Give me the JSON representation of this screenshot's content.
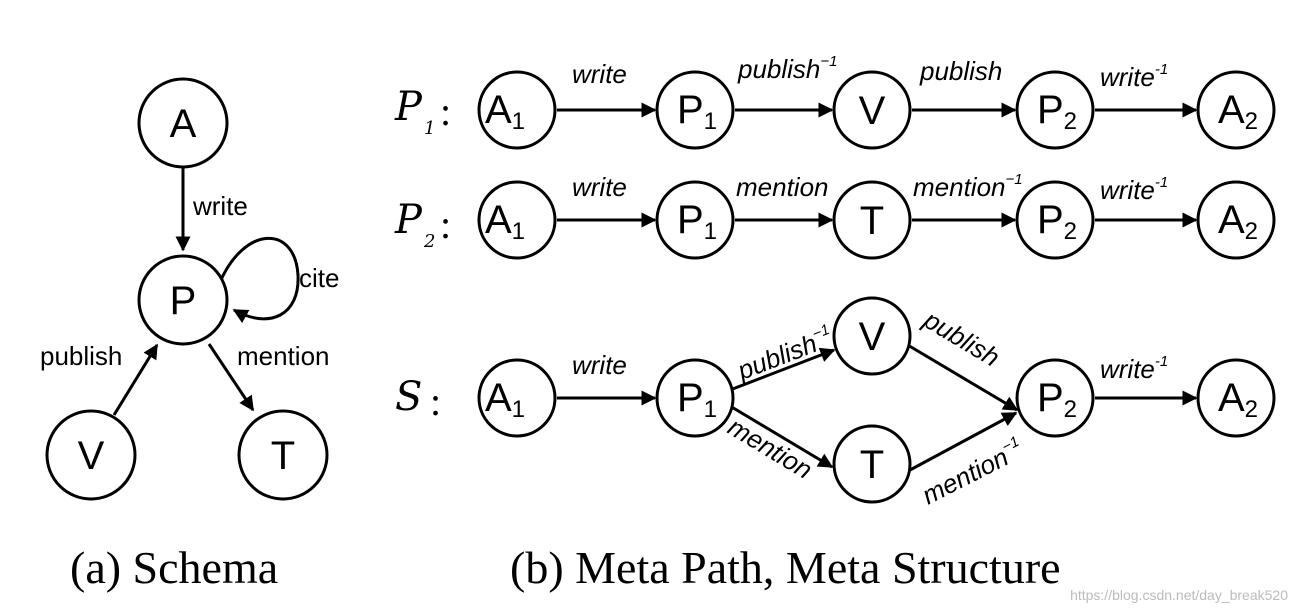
{
  "schema": {
    "nodes": [
      {
        "id": "A",
        "label": "A"
      },
      {
        "id": "P",
        "label": "P"
      },
      {
        "id": "V",
        "label": "V"
      },
      {
        "id": "T",
        "label": "T"
      }
    ],
    "edges": [
      {
        "from": "A",
        "to": "P",
        "label": "write"
      },
      {
        "from": "P",
        "to": "P",
        "label": "cite"
      },
      {
        "from": "V",
        "to": "P",
        "label": "publish"
      },
      {
        "from": "P",
        "to": "T",
        "label": "mention"
      }
    ],
    "caption": "(a) Schema"
  },
  "meta_paths": [
    {
      "name": "P",
      "subscript": "1",
      "nodes": [
        {
          "label": "A",
          "sub": "1"
        },
        {
          "label": "P",
          "sub": "1"
        },
        {
          "label": "V",
          "sub": ""
        },
        {
          "label": "P",
          "sub": "2"
        },
        {
          "label": "A",
          "sub": "2"
        }
      ],
      "edges": [
        {
          "label": "write",
          "sup": ""
        },
        {
          "label": "publish",
          "sup": "−1"
        },
        {
          "label": "publish",
          "sup": ""
        },
        {
          "label": "write",
          "sup": "-1"
        }
      ]
    },
    {
      "name": "P",
      "subscript": "2",
      "nodes": [
        {
          "label": "A",
          "sub": "1"
        },
        {
          "label": "P",
          "sub": "1"
        },
        {
          "label": "T",
          "sub": ""
        },
        {
          "label": "P",
          "sub": "2"
        },
        {
          "label": "A",
          "sub": "2"
        }
      ],
      "edges": [
        {
          "label": "write",
          "sup": ""
        },
        {
          "label": "mention",
          "sup": ""
        },
        {
          "label": "mention",
          "sup": "−1"
        },
        {
          "label": "write",
          "sup": "-1"
        }
      ]
    }
  ],
  "meta_structure": {
    "name": "S",
    "nodes": [
      {
        "label": "A",
        "sub": "1"
      },
      {
        "label": "P",
        "sub": "1"
      },
      {
        "label": "V",
        "sub": ""
      },
      {
        "label": "T",
        "sub": ""
      },
      {
        "label": "P",
        "sub": "2"
      },
      {
        "label": "A",
        "sub": "2"
      }
    ],
    "edges": [
      {
        "label": "write",
        "sup": ""
      },
      {
        "label": "publish",
        "sup": "−1"
      },
      {
        "label": "mention",
        "sup": ""
      },
      {
        "label": "publish",
        "sup": ""
      },
      {
        "label": "mention",
        "sup": "−1"
      },
      {
        "label": "write",
        "sup": "-1"
      }
    ]
  },
  "colon": ":",
  "caption_b": "(b) Meta Path, Meta Structure",
  "watermark": "https://blog.csdn.net/day_break520"
}
